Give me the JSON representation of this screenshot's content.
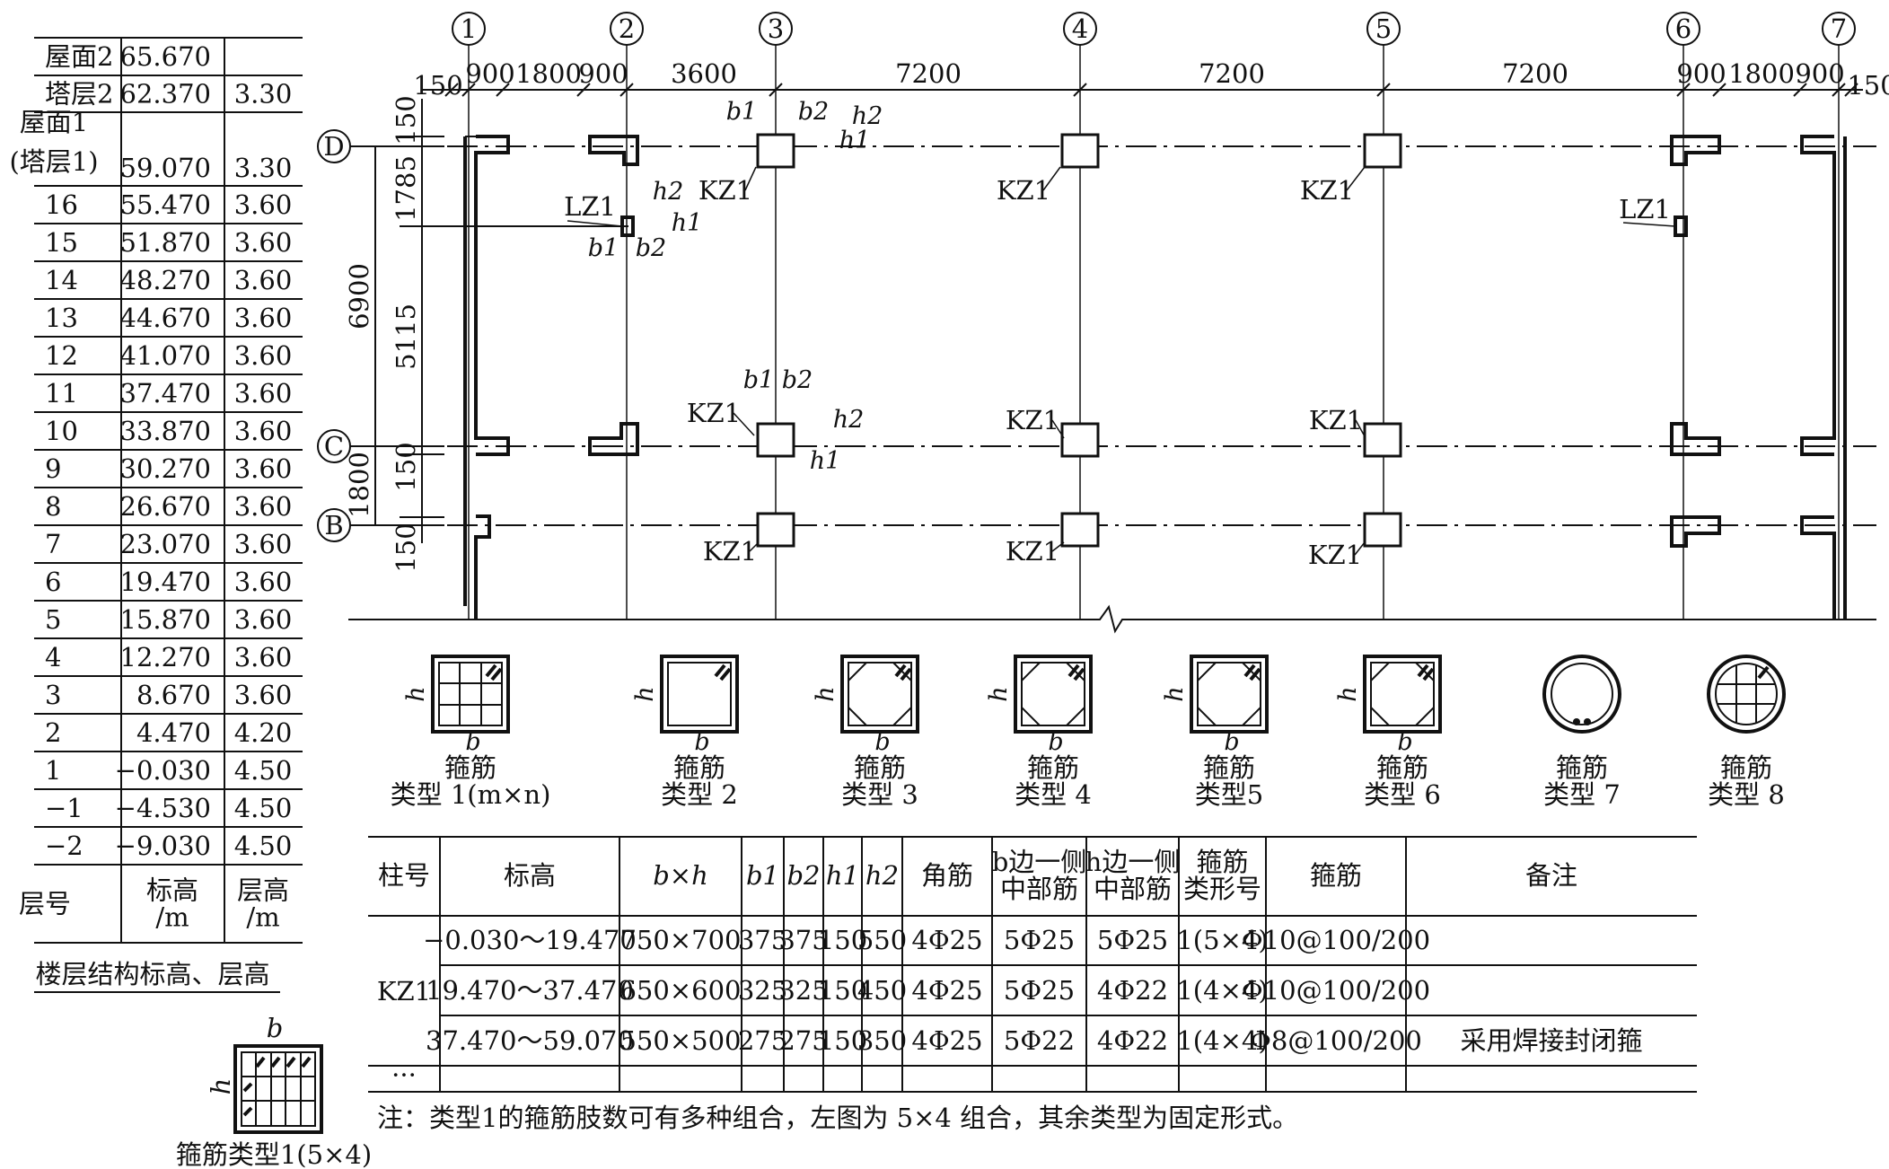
{
  "floor_table": {
    "rows": [
      {
        "level": "屋面2",
        "elev": "65.670",
        "height": ""
      },
      {
        "level": "塔层2",
        "elev": "62.370",
        "height": "3.30"
      },
      {
        "level": "屋面1\n(塔层1)",
        "elev": "59.070",
        "height": "3.30"
      },
      {
        "level": "16",
        "elev": "55.470",
        "height": "3.60"
      },
      {
        "level": "15",
        "elev": "51.870",
        "height": "3.60"
      },
      {
        "level": "14",
        "elev": "48.270",
        "height": "3.60"
      },
      {
        "level": "13",
        "elev": "44.670",
        "height": "3.60"
      },
      {
        "level": "12",
        "elev": "41.070",
        "height": "3.60"
      },
      {
        "level": "11",
        "elev": "37.470",
        "height": "3.60"
      },
      {
        "level": "10",
        "elev": "33.870",
        "height": "3.60"
      },
      {
        "level": "9",
        "elev": "30.270",
        "height": "3.60"
      },
      {
        "level": "8",
        "elev": "26.670",
        "height": "3.60"
      },
      {
        "level": "7",
        "elev": "23.070",
        "height": "3.60"
      },
      {
        "level": "6",
        "elev": "19.470",
        "height": "3.60"
      },
      {
        "level": "5",
        "elev": "15.870",
        "height": "3.60"
      },
      {
        "level": "4",
        "elev": "12.270",
        "height": "3.60"
      },
      {
        "level": "3",
        "elev": "8.670",
        "height": "3.60"
      },
      {
        "level": "2",
        "elev": "4.470",
        "height": "4.20"
      },
      {
        "level": "1",
        "elev": "−0.030",
        "height": "4.50"
      },
      {
        "level": "−1",
        "elev": "−4.530",
        "height": "4.50"
      },
      {
        "level": "−2",
        "elev": "−9.030",
        "height": "4.50"
      }
    ],
    "header": {
      "level": "层号",
      "elev": "标高\n/m",
      "height": "层高\n/m"
    },
    "caption": "楼层结构标高、层高"
  },
  "stirrup_example": {
    "b": "b",
    "h": "h",
    "caption": "箍筋类型1(5×4)"
  },
  "plan": {
    "axes_x": [
      "1",
      "2",
      "3",
      "4",
      "5",
      "6",
      "7"
    ],
    "axes_y": [
      "D",
      "C",
      "B"
    ],
    "top_dims": [
      "150",
      "900",
      "1800",
      "900",
      "3600",
      "7200",
      "7200",
      "7200",
      "900",
      "1800",
      "900",
      "150"
    ],
    "left_dims": [
      "150",
      "1785",
      "5115",
      "6900",
      "150",
      "1800",
      "150"
    ],
    "column_label": "KZ1",
    "small_column_label": "LZ1",
    "b1": "b1",
    "b2": "b2",
    "h1": "h1",
    "h2": "h2"
  },
  "stirrup_types": [
    {
      "name": "箍筋",
      "type": "类型 1(m×n)"
    },
    {
      "name": "箍筋",
      "type": "类型 2"
    },
    {
      "name": "箍筋",
      "type": "类型 3"
    },
    {
      "name": "箍筋",
      "type": "类型 4"
    },
    {
      "name": "箍筋",
      "type": "类型5"
    },
    {
      "name": "箍筋",
      "type": "类型 6"
    },
    {
      "name": "箍筋",
      "type": "类型 7"
    },
    {
      "name": "箍筋",
      "type": "类型 8"
    }
  ],
  "column_table": {
    "headers": [
      "柱号",
      "标高",
      "b×h",
      "b1",
      "b2",
      "h1",
      "h2",
      "角筋",
      "b边一侧\n中部筋",
      "h边一侧\n中部筋",
      "箍筋\n类形号",
      "箍筋",
      "备注"
    ],
    "column_id": "KZ1",
    "rows": [
      [
        "−0.030～19.470",
        "750×700",
        "375",
        "375",
        "150",
        "550",
        "4Φ25",
        "5Φ25",
        "5Φ25",
        "1(5×4)",
        "Φ10@100/200",
        ""
      ],
      [
        "19.470～37.470",
        "650×600",
        "325",
        "325",
        "150",
        "450",
        "4Φ25",
        "5Φ25",
        "4Φ22",
        "1(4×4)",
        "Φ10@100/200",
        ""
      ],
      [
        "37.470～59.070",
        "550×500",
        "275",
        "275",
        "150",
        "350",
        "4Φ25",
        "5Φ22",
        "4Φ22",
        "1(4×4)",
        "Φ8@100/200",
        "采用焊接封闭箍"
      ]
    ],
    "ellipsis": "···",
    "note": "注：类型1的箍筋肢数可有多种组合，左图为 5×4 组合，其余类型为固定形式。"
  }
}
